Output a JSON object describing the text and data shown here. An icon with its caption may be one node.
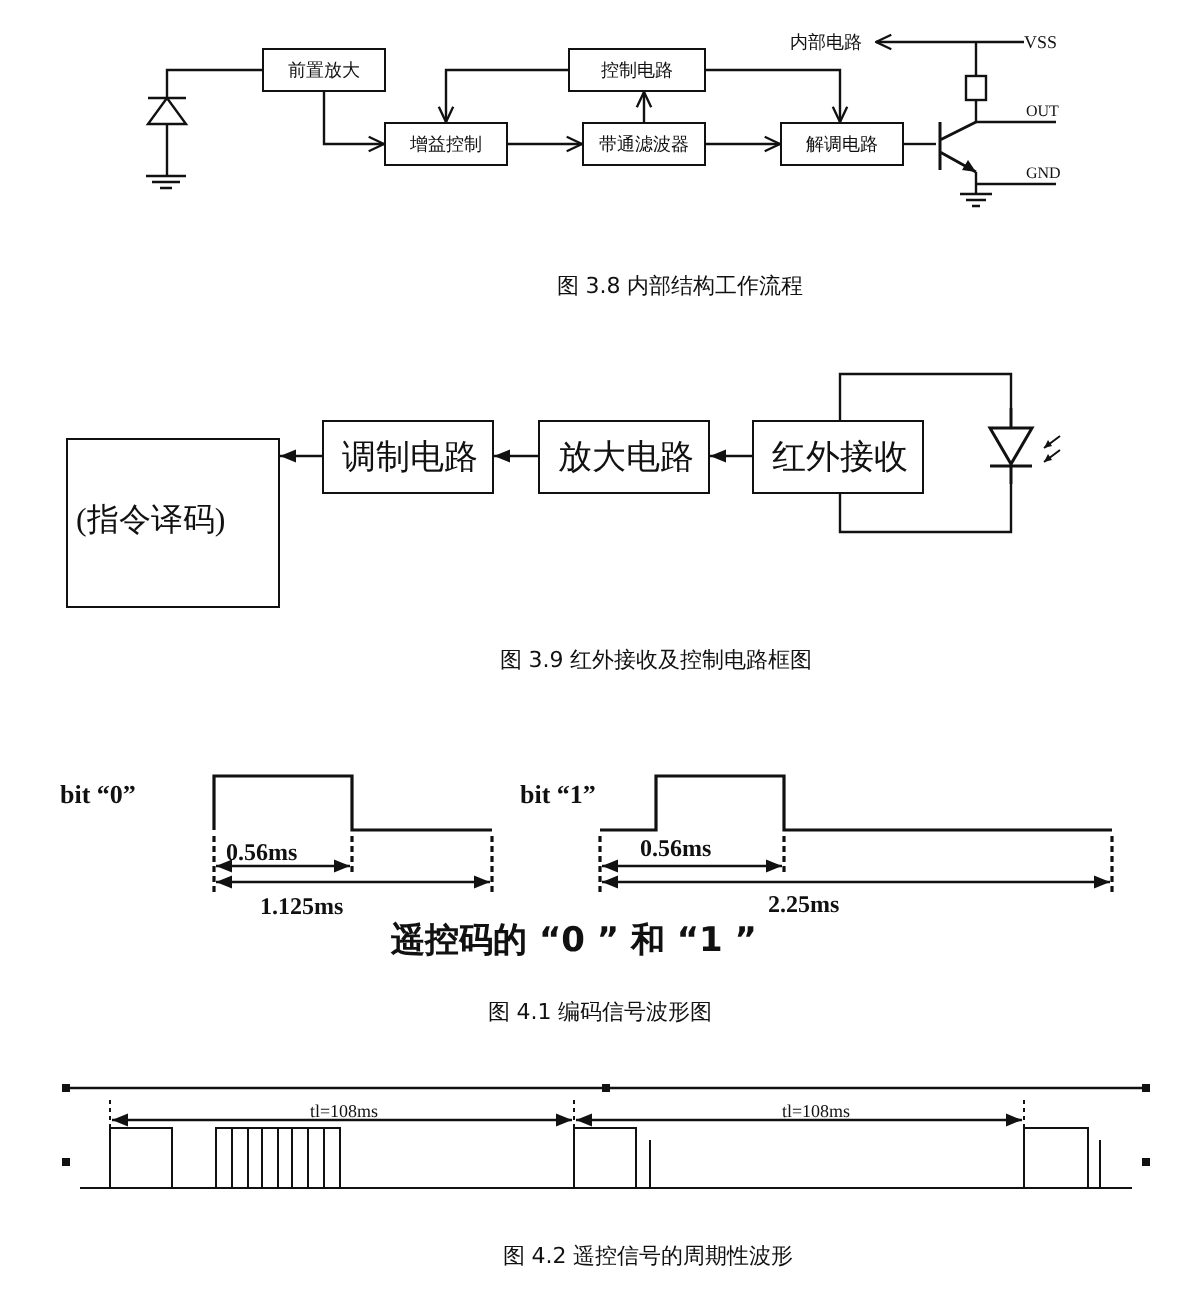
{
  "diagram": {
    "nodes": [
      {
        "text": [
          "前置放大"
        ]
      },
      {
        "text": [
          "控制电路"
        ]
      },
      {
        "text": [
          "增益控制"
        ]
      },
      {
        "text": [
          "带通滤波器"
        ]
      },
      {
        "text": [
          "解调电路"
        ]
      },
      {
        "text": [],
        "shape": "diode"
      },
      {
        "text": [],
        "shape": "transistor"
      },
      {
        "text": [
          "内部电路"
        ]
      },
      {
        "text": [
          "VSS"
        ]
      },
      {
        "text": [
          "(指令译码)"
        ]
      },
      {
        "text": [
          "调制电路"
        ]
      },
      {
        "text": [
          "放大电路"
        ]
      },
      {
        "text": [
          "红外接收"
        ]
      },
      {
        "text": [],
        "shape": "diode"
      }
    ],
    "edges": [
      {
        "from": 5,
        "to": 0,
        "arrow": "none"
      },
      {
        "from": 0,
        "to": 2,
        "arrow": "to"
      },
      {
        "from": 2,
        "to": 3,
        "arrow": "to"
      },
      {
        "from": 3,
        "to": 4,
        "arrow": "to"
      },
      {
        "from": 3,
        "to": 1,
        "arrow": "to"
      },
      {
        "from": 1,
        "to": 2,
        "arrow": "to"
      },
      {
        "from": 1,
        "to": 4,
        "arrow": "to"
      },
      {
        "from": 4,
        "to": 6,
        "arrow": "none"
      },
      {
        "from": 8,
        "to": 7,
        "arrow": "to"
      },
      {
        "from": 12,
        "to": 11,
        "arrow": "to"
      },
      {
        "from": 11,
        "to": 10,
        "arrow": "to"
      },
      {
        "from": 10,
        "to": 9,
        "arrow": "to"
      },
      {
        "from": 12,
        "to": 13,
        "arrow": "none"
      },
      {
        "from": 13,
        "to": 12,
        "arrow": "none"
      }
    ],
    "labels": [
      "OUT",
      "GND",
      "图 3.8 内部结构工作流程",
      "图 3.9 红外接收及控制电路框图",
      "bit “0”",
      "0.56ms",
      "1.125ms",
      "bit “1”",
      "0.56ms",
      "2.25ms",
      "遥控码的 “0 ” 和 “1 ”",
      "图 4.1 编码信号波形图",
      "tl=108ms",
      "tl=108ms",
      "图 4.2 遥控信号的周期性波形"
    ]
  }
}
